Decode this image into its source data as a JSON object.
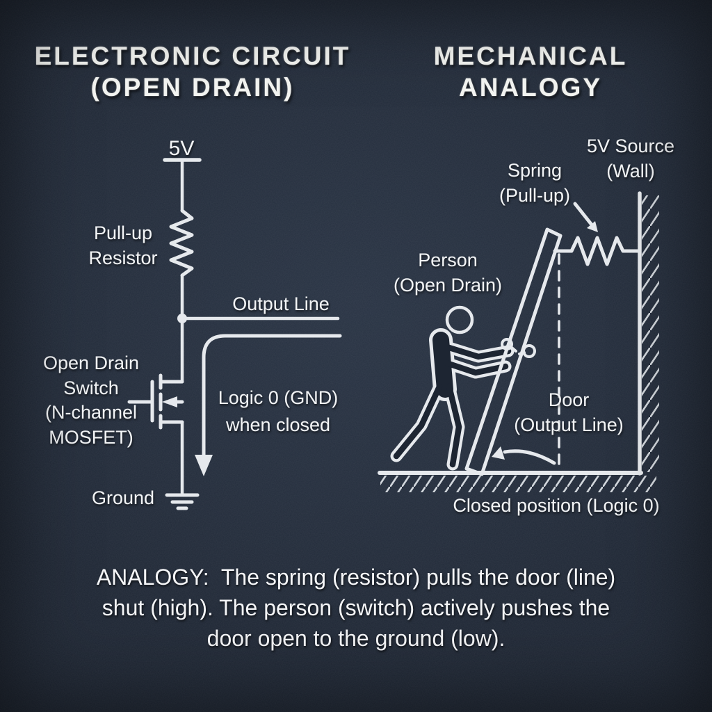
{
  "titles": {
    "left_line1": "ELECTRONIC CIRCUIT",
    "left_line2": "(OPEN DRAIN)",
    "right_line1": "MECHANICAL",
    "right_line2": "ANALOGY"
  },
  "circuit": {
    "supply_label": "5V",
    "pullup_line1": "Pull-up",
    "pullup_line2": "Resistor",
    "output_line_label": "Output Line",
    "switch_line1": "Open Drain",
    "switch_line2": "Switch",
    "switch_line3": "(N-channel",
    "switch_line4": "MOSFET)",
    "logic0_line1": "Logic 0 (GND)",
    "logic0_line2": "when closed",
    "ground_label": "Ground"
  },
  "analogy": {
    "source_line1": "5V Source",
    "source_line2": "(Wall)",
    "spring_line1": "Spring",
    "spring_line2": "(Pull-up)",
    "person_line1": "Person",
    "person_line2": "(Open Drain)",
    "door_line1": "Door",
    "door_line2": "(Output Line)",
    "closed_label": "Closed position (Logic 0)"
  },
  "caption": {
    "line1": "ANALOGY:  The spring (resistor) pulls the door (line)",
    "line2": "shut (high). The person (switch) actively pushes the",
    "line3": "door open to the ground (low)."
  },
  "colors": {
    "background": "#1d2532",
    "chalk": "#eef1f4"
  }
}
